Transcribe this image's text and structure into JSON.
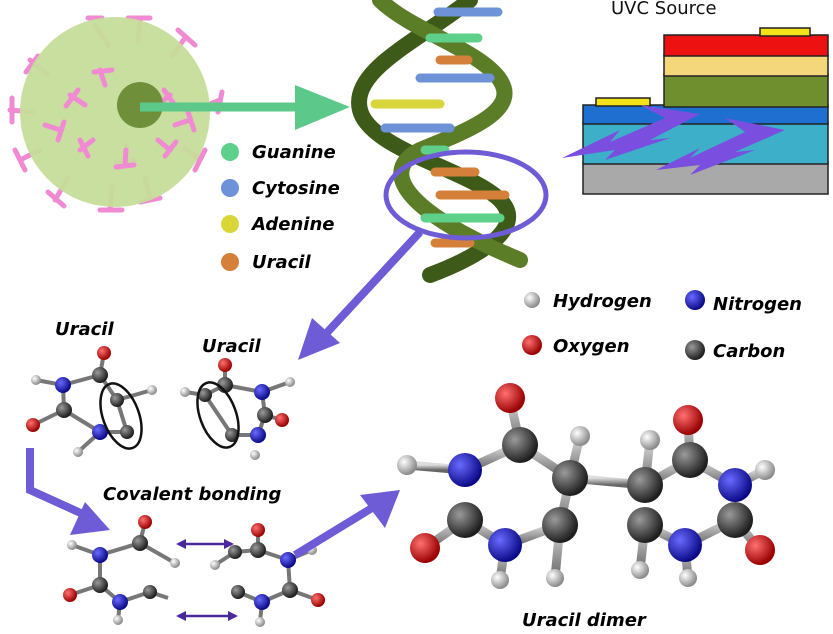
{
  "uvc_label": "UVC Source",
  "bases": [
    {
      "name": "Guanine",
      "color": "#5fd08a"
    },
    {
      "name": "Cytosine",
      "color": "#6d92d8"
    },
    {
      "name": "Adenine",
      "color": "#d9d63a"
    },
    {
      "name": "Uracil",
      "color": "#d5803a"
    }
  ],
  "atoms": [
    {
      "name": "Hydrogen",
      "color": "#d8d8d8"
    },
    {
      "name": "Nitrogen",
      "color": "#1a1acc"
    },
    {
      "name": "Oxygen",
      "color": "#dd1111"
    },
    {
      "name": "Carbon",
      "color": "#4a4a4a"
    }
  ],
  "labels": {
    "uracil_left": "Uracil",
    "uracil_right": "Uracil",
    "covalent": "Covalent bonding",
    "dimer": "Uracil dimer"
  },
  "colors": {
    "arrow_green": "#5cc98a",
    "arrow_purple": "#6e5bd6",
    "helix": "#4f6e22",
    "virus_body": "#c6dd9a",
    "virus_core": "#6f8f3a",
    "spike": "#f08ad2"
  }
}
